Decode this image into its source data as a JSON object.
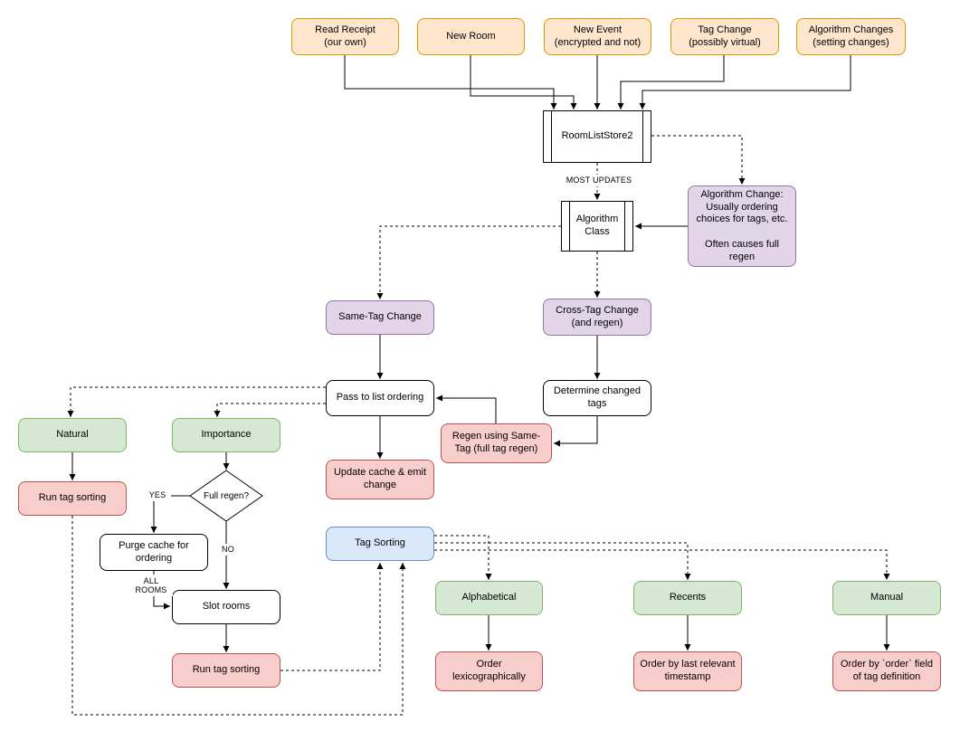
{
  "palette": {
    "orange_fill": "#ffe6cc",
    "orange_stroke": "#d79b00",
    "purple_fill": "#e1d5e7",
    "purple_stroke": "#9673a6",
    "green_fill": "#d5e8d4",
    "green_stroke": "#82b366",
    "red_fill": "#f8cecc",
    "red_stroke": "#b85450",
    "blue_fill": "#dae8fc",
    "blue_stroke": "#6c8ebf",
    "node_fill": "#ffffff",
    "node_stroke": "#000000",
    "edge_color": "#000000"
  },
  "nodes": {
    "read_receipt": "Read Receipt\n(our own)",
    "new_room": "New Room",
    "new_event": "New Event\n(encrypted and not)",
    "tag_change": "Tag Change\n(possibly virtual)",
    "algorithm_changes": "Algorithm Changes\n(setting changes)",
    "room_list_store": "RoomListStore2",
    "algorithm_class": "Algorithm\nClass",
    "algorithm_change_note": "Algorithm Change:\nUsually ordering\nchoices for tags, etc.\n\nOften causes full\nregen",
    "same_tag_change": "Same-Tag Change",
    "cross_tag_change": "Cross-Tag Change\n(and regen)",
    "pass_to_list_ordering": "Pass to list ordering",
    "determine_changed_tags": "Determine changed\ntags",
    "regen_same_tag": "Regen using Same-\nTag (full tag regen)",
    "update_cache": "Update cache & emit\nchange",
    "natural": "Natural",
    "importance": "Importance",
    "run_tag_sorting_1": "Run tag sorting",
    "full_regen": "Full regen?",
    "purge_cache": "Purge cache for\nordering",
    "slot_rooms": "Slot rooms",
    "run_tag_sorting_2": "Run tag sorting",
    "tag_sorting": "Tag Sorting",
    "alphabetical": "Alphabetical",
    "recents": "Recents",
    "manual": "Manual",
    "order_lexicographically": "Order\nlexicographically",
    "order_by_timestamp": "Order by last relevant\ntimestamp",
    "order_by_order_field": "Order by `order` field\nof tag definition"
  },
  "edge_labels": {
    "most_updates": "MOST UPDATES",
    "yes": "YES",
    "no": "NO",
    "all_rooms": "ALL\nROOMS"
  }
}
